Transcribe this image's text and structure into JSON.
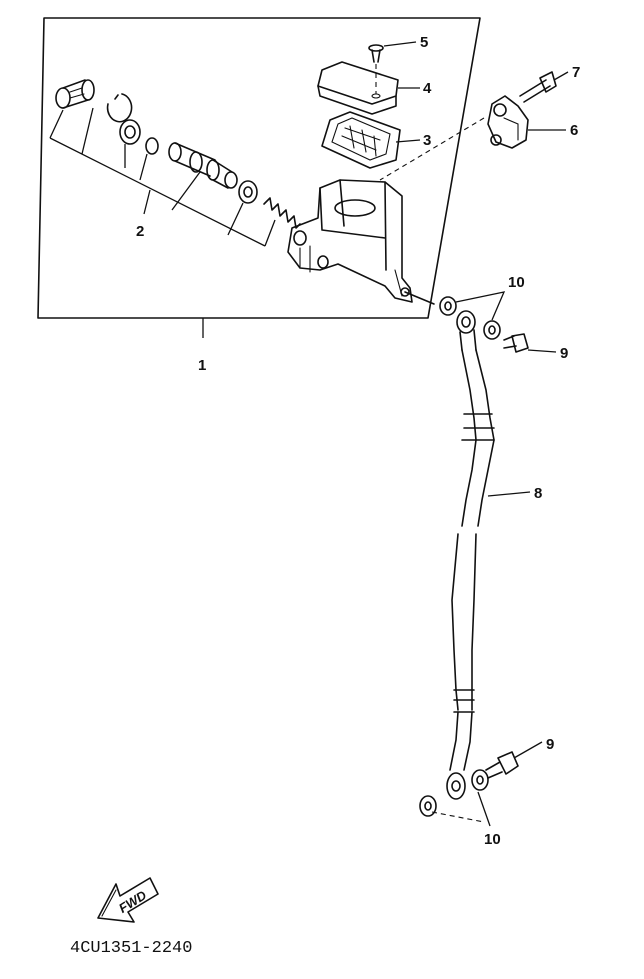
{
  "callouts": {
    "c1": "1",
    "c2": "2",
    "c3": "3",
    "c4": "4",
    "c5": "5",
    "c6": "6",
    "c7": "7",
    "c8": "8",
    "c9_top": "9",
    "c9_bottom": "9",
    "c10_top": "10",
    "c10_bottom": "10"
  },
  "fwd_label": "FWD",
  "drawing_code": "4CU1351-2240",
  "ink_color": "#111111"
}
